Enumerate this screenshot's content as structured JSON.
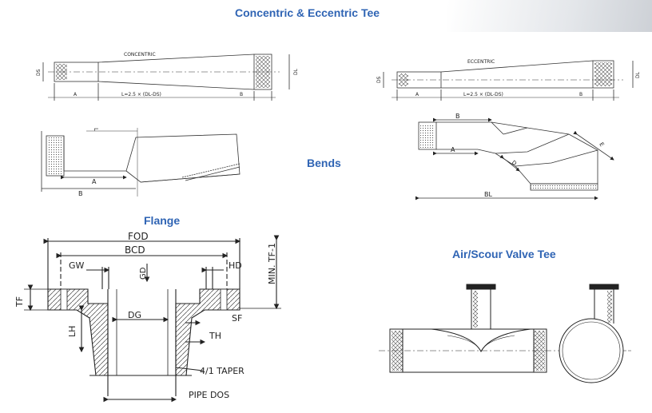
{
  "headings": {
    "main": "Concentric & Eccentric Tee",
    "bends": "Bends",
    "flange": "Flange",
    "valve_tee": "Air/Scour Valve Tee"
  },
  "reducer": {
    "concentric_caption": "CONCENTRIC",
    "eccentric_caption": "ECCENTRIC",
    "formula": "L=2.5 × (DL-DS)",
    "label_a": "A",
    "label_b": "B",
    "label_ds": "DS",
    "label_dl": "DL"
  },
  "bend": {
    "label_a": "A",
    "label_b": "B",
    "label_bl": "BL",
    "label_l": "L",
    "label_e": "E",
    "label_d": "D"
  },
  "flange": {
    "fod": "FOD",
    "bcd": "BCD",
    "gw": "GW",
    "hd": "HD",
    "gd": "GD",
    "min_tf": "MIN. TF-1",
    "tf": "TF",
    "lh": "LH",
    "dg": "DG",
    "sf": "SF",
    "th": "TH",
    "taper": "4/1 TAPER",
    "pipe_dos": "PIPE DOS"
  }
}
